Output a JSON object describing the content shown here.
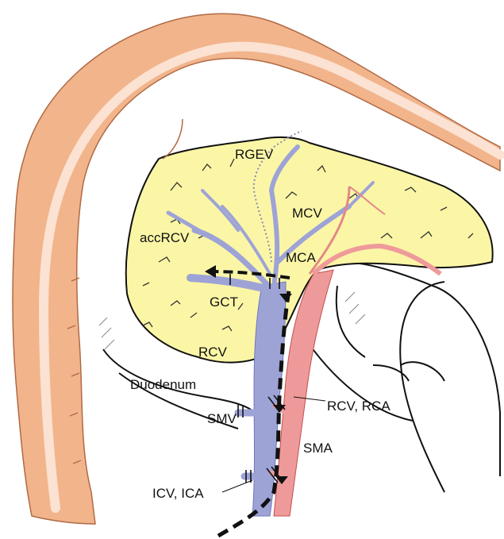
{
  "labels": {
    "rgev": "RGEV",
    "mcv": "MCV",
    "accrcv": "accRCV",
    "mca": "MCA",
    "gct": "GCT",
    "rcv": "RCV",
    "duodenum": "Duodenum",
    "rcv_rca": "RCV, RCA",
    "smv": "SMV",
    "sma": "SMA",
    "icv_ica": "ICV, ICA"
  },
  "colors": {
    "colon": "#f2b48b",
    "colon_band": "#fbe2d2",
    "mesentery": "#fbf6a6",
    "vein": "#9ea3d6",
    "vein_dark": "#6f77bd",
    "artery": "#ef9a9a",
    "outline": "#111111"
  }
}
